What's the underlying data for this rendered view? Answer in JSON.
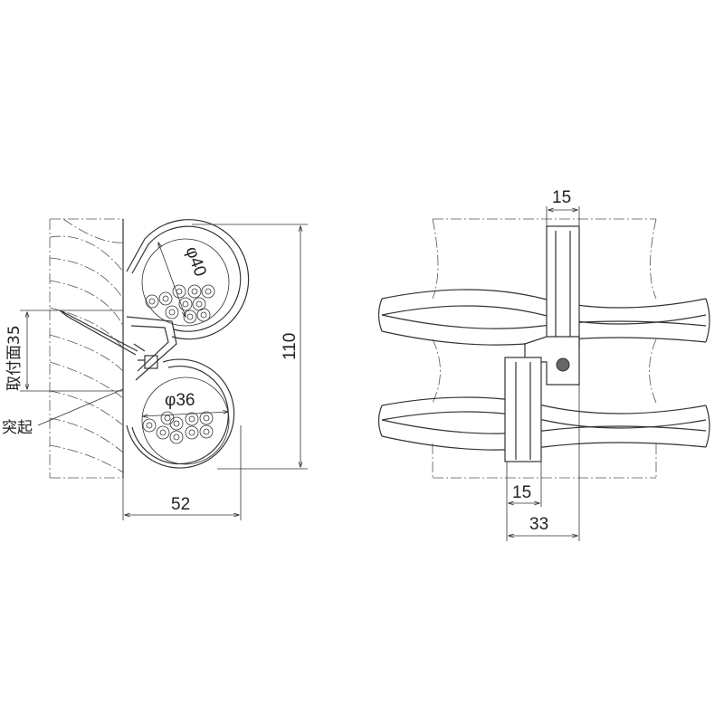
{
  "left_view": {
    "dim_phi40": "φ40",
    "dim_phi36": "φ36",
    "dim_110": "110",
    "dim_52": "52",
    "label_mount_surface": "取付面35",
    "label_projection": "突起"
  },
  "right_view": {
    "dim_top_15": "15",
    "dim_bottom_15": "15",
    "dim_33": "33"
  }
}
